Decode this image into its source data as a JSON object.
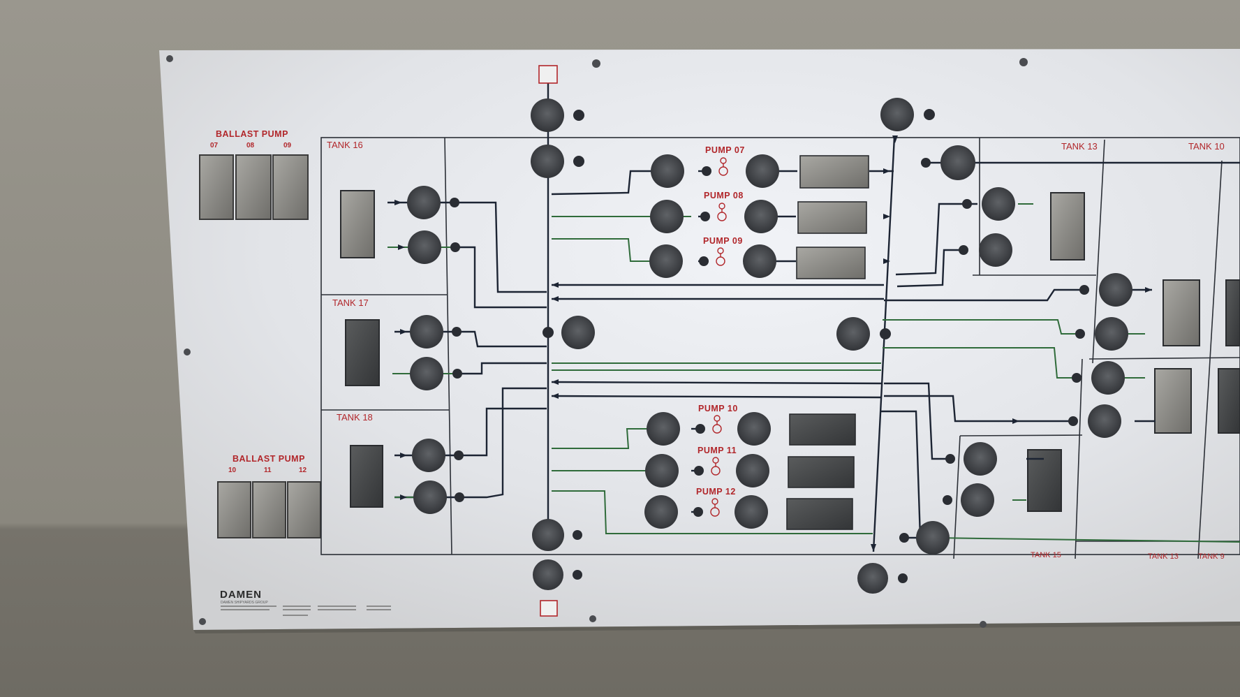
{
  "panel": {
    "colors": {
      "panel": "#e6e7ea",
      "wall": "#8a887f",
      "pipe_dark": "#1c2433",
      "pipe_green": "#2f6b3a",
      "label_red": "#b1262a"
    },
    "ballast_pump_top": {
      "title": "BALLAST PUMP",
      "numbers": [
        "07",
        "08",
        "09"
      ]
    },
    "ballast_pump_bottom": {
      "title": "BALLAST PUMP",
      "numbers": [
        "10",
        "11",
        "12"
      ]
    },
    "pumps": [
      {
        "label": "PUMP 07"
      },
      {
        "label": "PUMP 08"
      },
      {
        "label": "PUMP 09"
      },
      {
        "label": "PUMP 10"
      },
      {
        "label": "PUMP 11"
      },
      {
        "label": "PUMP 12"
      }
    ],
    "tanks": {
      "t16": "TANK 16",
      "t17": "TANK 17",
      "t18": "TANK 18",
      "t13": "TANK 13",
      "t10": "TANK 10",
      "t15": "TANK 15",
      "t13b": "TANK 13",
      "t9": "TANK 9"
    },
    "logo": {
      "name": "DAMEN",
      "sub": "DAMEN SHIPYARDS GROUP"
    }
  }
}
